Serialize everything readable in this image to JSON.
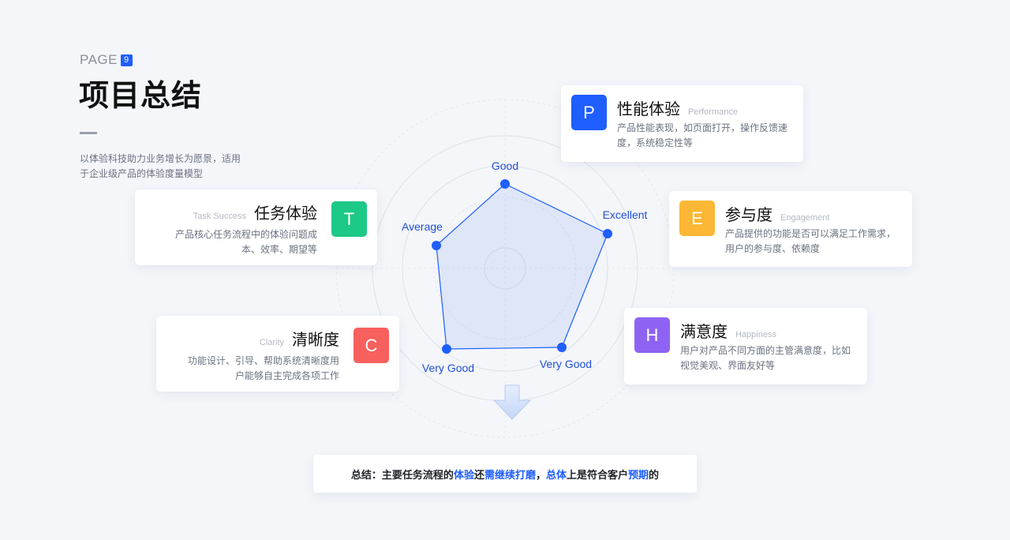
{
  "header": {
    "page_label": "PAGE",
    "page_number": "9",
    "title": "项目总结",
    "description": "以体验科技助力业务增长为愿景，适用于企业级产品的体验度量模型"
  },
  "radar": {
    "accent": "#1f5eff",
    "axes": [
      "Good",
      "Excellent",
      "Very Good",
      "Very Good",
      "Average"
    ]
  },
  "cards": [
    {
      "letter": "P",
      "title": "性能体验",
      "en": "Performance",
      "desc": "产品性能表现，如页面打开，操作反馈速度，系统稳定性等",
      "color": "#1f5eff"
    },
    {
      "letter": "E",
      "title": "参与度",
      "en": "Engagement",
      "desc": "产品提供的功能是否可以满足工作需求，用户的参与度、依赖度",
      "color": "#fbb735"
    },
    {
      "letter": "H",
      "title": "满意度",
      "en": "Happiness",
      "desc": "用户对产品不同方面的主管满意度，比如视觉美观、界面友好等",
      "color": "#8e63f3"
    },
    {
      "letter": "T",
      "title": "任务体验",
      "en": "Task Success",
      "desc": "产品核心任务流程中的体验问题成本、效率、期望等",
      "color": "#1dc986"
    },
    {
      "letter": "C",
      "title": "清晰度",
      "en": "Clarity",
      "desc": "功能设计、引导、帮助系统清晰度用户能够自主完成各项工作",
      "color": "#f8605e"
    }
  ],
  "summary": {
    "parts": [
      "总结：主要任务流程的",
      "体验",
      "还",
      "需继续打磨",
      "，",
      "总体",
      "上是符合客户",
      "预期",
      "的"
    ]
  }
}
